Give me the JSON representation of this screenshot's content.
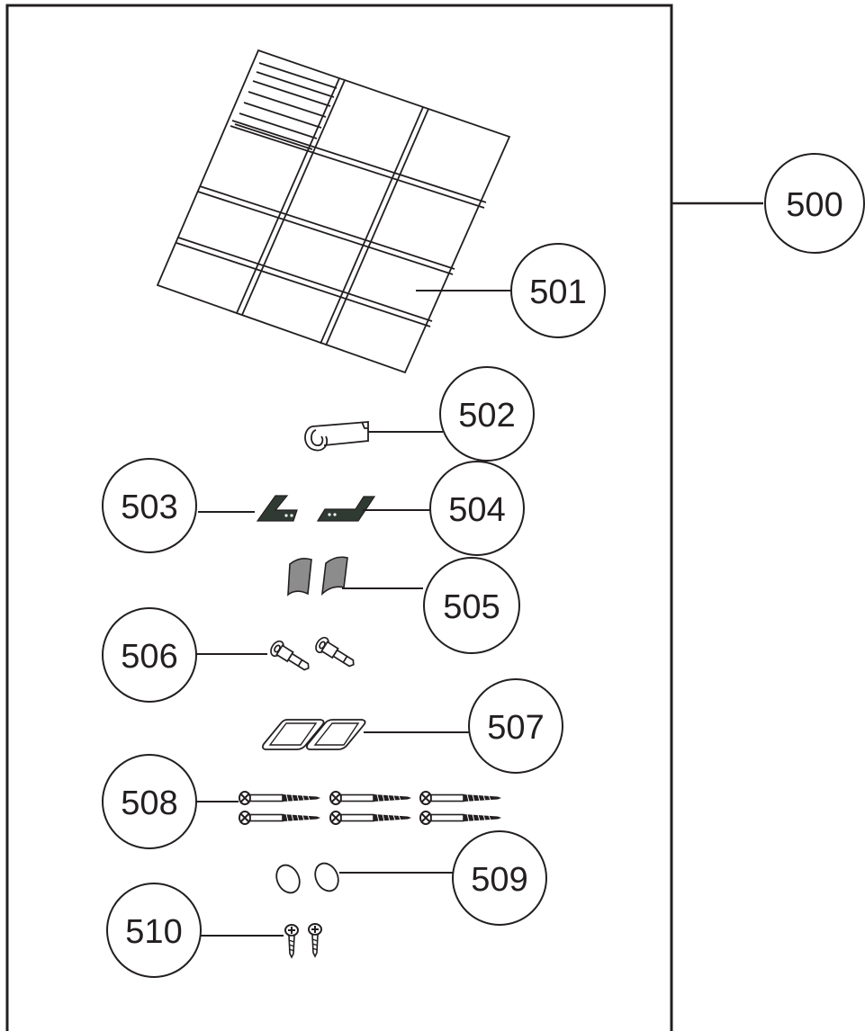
{
  "diagram": {
    "kit": {
      "label": "500"
    },
    "parts": [
      {
        "label": "501",
        "icon": "ceiling-grid-panel-icon"
      },
      {
        "label": "502",
        "icon": "rolled-tape-icon"
      },
      {
        "label": "503",
        "icon": "left-angle-bracket-icon"
      },
      {
        "label": "504",
        "icon": "right-angle-bracket-icon"
      },
      {
        "label": "505",
        "icon": "gray-pad-icon"
      },
      {
        "label": "506",
        "icon": "bolt-icon"
      },
      {
        "label": "507",
        "icon": "adhesive-strip-icon"
      },
      {
        "label": "508",
        "icon": "long-screw-icon"
      },
      {
        "label": "509",
        "icon": "round-washer-icon"
      },
      {
        "label": "510",
        "icon": "short-screw-icon"
      }
    ],
    "colors": {
      "ink": "#231f20",
      "pad": "#8c8c8c",
      "bracket": "#2f3a33"
    }
  }
}
